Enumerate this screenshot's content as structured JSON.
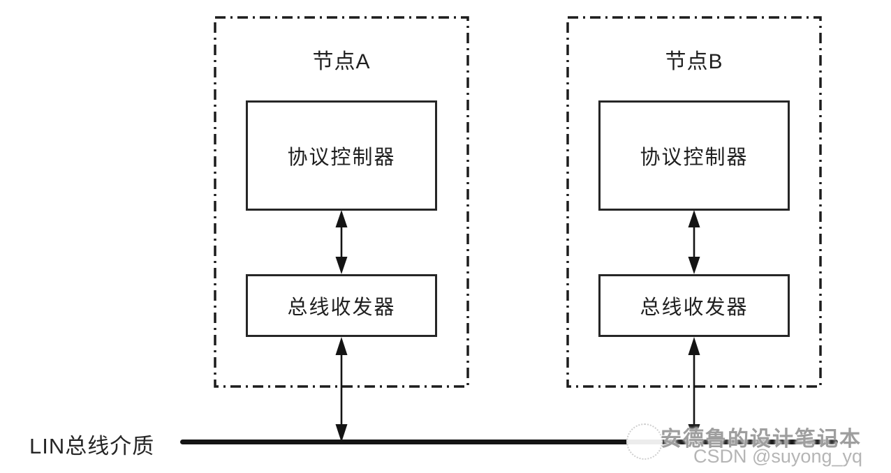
{
  "diagram": {
    "nodes": [
      {
        "title": "节点A",
        "protocol_controller": "协议控制器",
        "bus_transceiver": "总线收发器"
      },
      {
        "title": "节点B",
        "protocol_controller": "协议控制器",
        "bus_transceiver": "总线收发器"
      }
    ],
    "bus_label": "LIN总线介质"
  },
  "watermark": {
    "title": "安德鲁的设计笔记本",
    "attribution": "CSDN @suyong_yq"
  },
  "colors": {
    "stroke": "#1c1c1c",
    "box_border": "#262626",
    "text": "#1f1f1f",
    "bus_line": "#141414",
    "watermark_text": "#9e9e9e",
    "background": "#ffffff"
  }
}
